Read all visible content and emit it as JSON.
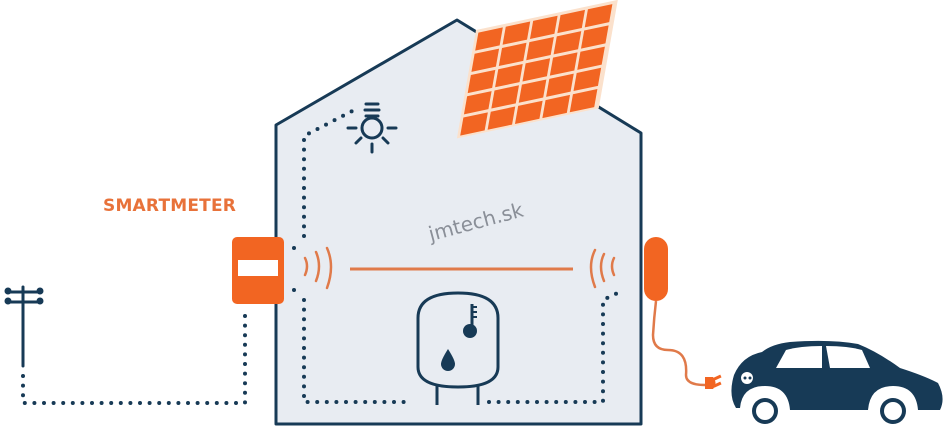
{
  "labels": {
    "smartmeter": "SMARTMETER",
    "watermark": "jmtech.sk"
  },
  "colors": {
    "navy": "#173a56",
    "orange": "#f26522",
    "house_fill": "#e8ecf2",
    "signal": "#e07a4a"
  },
  "components": [
    {
      "name": "utility-pole",
      "label": ""
    },
    {
      "name": "smartmeter",
      "label": "SMARTMETER"
    },
    {
      "name": "house",
      "label": ""
    },
    {
      "name": "solar-panel",
      "label": ""
    },
    {
      "name": "light-bulb",
      "label": ""
    },
    {
      "name": "water-heater",
      "label": ""
    },
    {
      "name": "wallbox-charger",
      "label": ""
    },
    {
      "name": "electric-car",
      "label": ""
    }
  ]
}
